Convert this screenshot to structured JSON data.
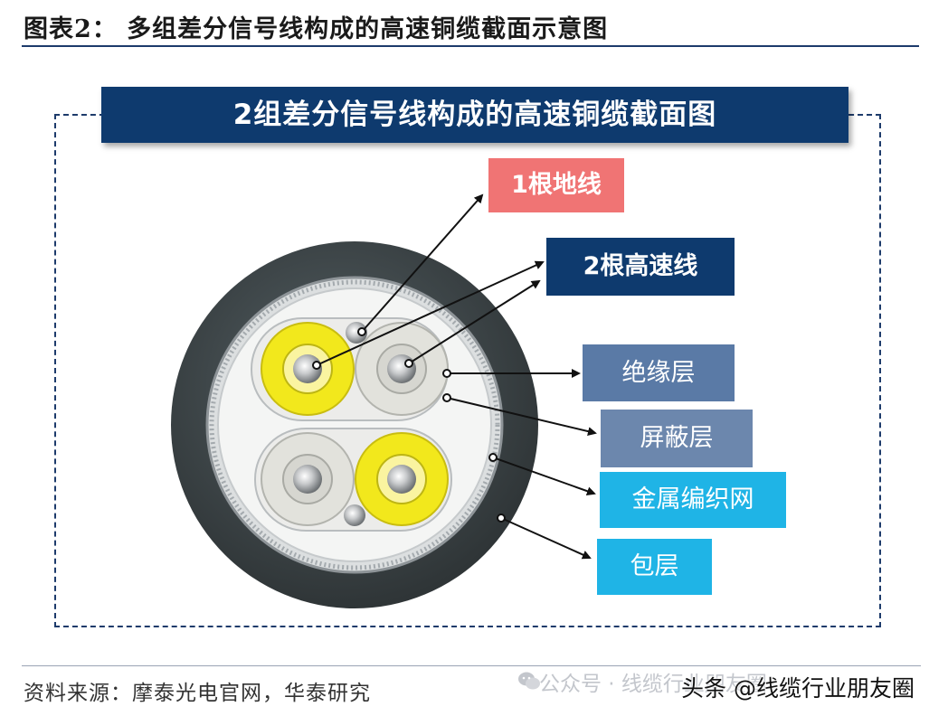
{
  "figure": {
    "title": "图表2： 多组差分信号线构成的高速铜缆截面示意图",
    "banner": "2组差分信号线构成的高速铜缆截面图"
  },
  "labels": {
    "ground_wire": "1根地线",
    "high_speed_wires": "2根高速线",
    "insulation": "绝缘层",
    "shield": "屏蔽层",
    "metal_braid": "金属编织网",
    "jacket": "包层"
  },
  "footer": {
    "source": "资料来源：摩泰光电官网，华泰研究",
    "watermark_account": "公众号 · 线缆行业朋友圈",
    "watermark_toutiao": "头条 @线缆行业朋友圈"
  },
  "colors": {
    "navy": "#0e3a6e",
    "ground_label": "#f07474",
    "insulation_label": "#5a7aa6",
    "shield_label": "#6c87ad",
    "braid_label": "#1fb4e6",
    "jacket_label": "#1fb4e6",
    "jacket": "#3e4548",
    "yellow_insulation": "#f2e81c",
    "white_insulation": "#e2e2dc"
  },
  "icons": {
    "watermark": "wechat-icon"
  }
}
